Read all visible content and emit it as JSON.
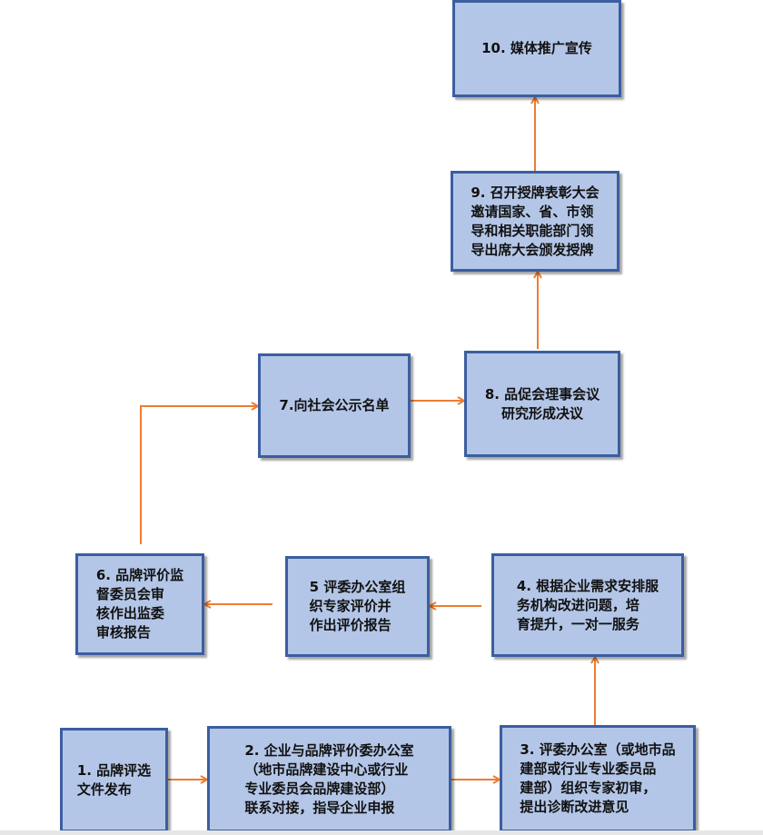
{
  "diagram": {
    "nodes": [
      {
        "id": "n1",
        "text": "1. 品牌评选\n文件发布"
      },
      {
        "id": "n2",
        "text": "2. 企业与品牌评价委办公室\n（地市品牌建设中心或行业\n专业委员会品牌建设部）\n联系对接，指导企业申报"
      },
      {
        "id": "n3",
        "text": "3. 评委办公室（或地市品\n建部或行业专业委员品\n建部）组织专家初审，\n提出诊断改进意见"
      },
      {
        "id": "n4",
        "text": "4. 根据企业需求安排服\n务机构改进问题，培\n育提升，一对一服务"
      },
      {
        "id": "n5",
        "text": "5 评委办公室组\n织专家评价并\n作出评价报告"
      },
      {
        "id": "n6",
        "text": "6. 品牌评价监\n督委员会审\n核作出监委\n审核报告"
      },
      {
        "id": "n7",
        "text": "7.向社会公示名单"
      },
      {
        "id": "n8",
        "text": "8. 品促会理事会议\n研究形成决议"
      },
      {
        "id": "n9",
        "text": "9. 召开授牌表彰大会\n邀请国家、省、市领\n导和相关职能部门领\n导出席大会颁发授牌"
      },
      {
        "id": "n10",
        "text": "10. 媒体推广宣传"
      }
    ],
    "colors": {
      "node_fill": "#b4c6e7",
      "node_border": "#3b5ea0",
      "arrow": "#ed7d31"
    }
  }
}
